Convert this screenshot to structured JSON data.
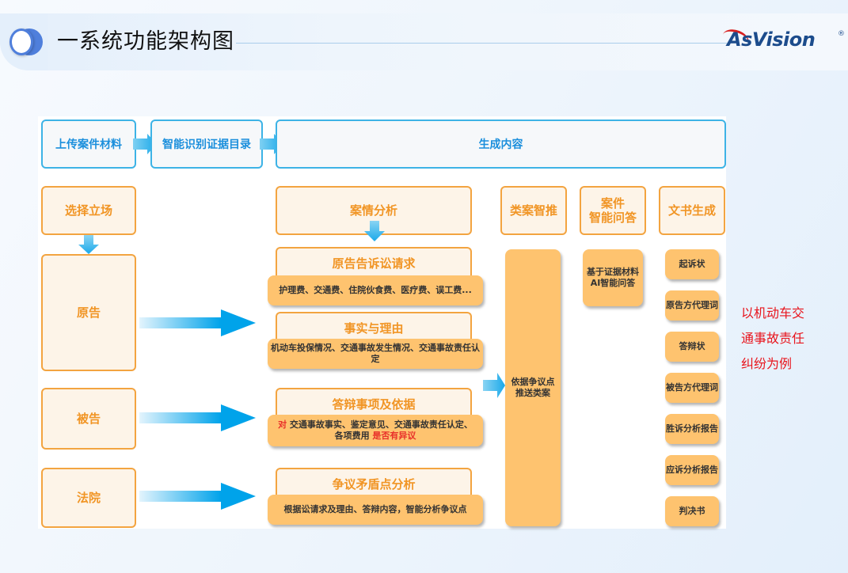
{
  "header": {
    "title": "一系统功能架构图",
    "logo_text": "AsVision",
    "logo_reg": "®",
    "toggle_icon": "toggle-switch-icon"
  },
  "flow": {
    "steps": [
      {
        "label": "上传案件材料"
      },
      {
        "label": "智能识别证据目录"
      },
      {
        "label": "生成内容"
      }
    ]
  },
  "stance": {
    "label": "选择立场",
    "parties": [
      {
        "label": "原告"
      },
      {
        "label": "被告"
      },
      {
        "label": "法院"
      }
    ]
  },
  "case_analysis": {
    "label": "案情分析",
    "sections": [
      {
        "title": "原告告诉讼请求",
        "detail": "护理费、交通费、住院伙食费、医疗费、误工费..."
      },
      {
        "title": "事实与理由",
        "detail": "机动车投保情况、交通事故发生情况、交通事故责任认定"
      },
      {
        "title": "答辩事项及依据",
        "detail_prefix": "对",
        "detail_main": " 交通事故事实、鉴定意见、交通事故责任认定、",
        "detail_line2": "各项费用 ",
        "detail_suffix": "是否有异议"
      },
      {
        "title": "争议矛盾点分析",
        "detail": "根据讼请求及理由、答辩内容，智能分析争议点"
      }
    ]
  },
  "similar_cases": {
    "label": "类案智推",
    "detail_line1": "依据争议点",
    "detail_line2": "推送类案"
  },
  "case_qa": {
    "label_line1": "案件",
    "label_line2": "智能问答",
    "detail_line1": "基于证据材料",
    "detail_line2": "AI智能问答"
  },
  "documents": {
    "label": "文书生成",
    "items": [
      {
        "label": "起诉状"
      },
      {
        "label": "原告方代理词"
      },
      {
        "label": "答辩状"
      },
      {
        "label": "被告方代理词"
      },
      {
        "label": "胜诉分析报告"
      },
      {
        "label": "应诉分析报告"
      },
      {
        "label": "判决书"
      }
    ]
  },
  "note": {
    "lines": [
      "以机动车交",
      "通事故责任",
      "纠纷为例"
    ]
  },
  "colors": {
    "blue_accent": "#3db3e6",
    "blue_text": "#1b8fdc",
    "orange_border": "#f3a440",
    "orange_text": "#f19525",
    "orange_fill": "#fec36f",
    "highlight_red": "#e8302a",
    "note_red": "#e8141c",
    "arrow_blue": "#00a3ea"
  }
}
